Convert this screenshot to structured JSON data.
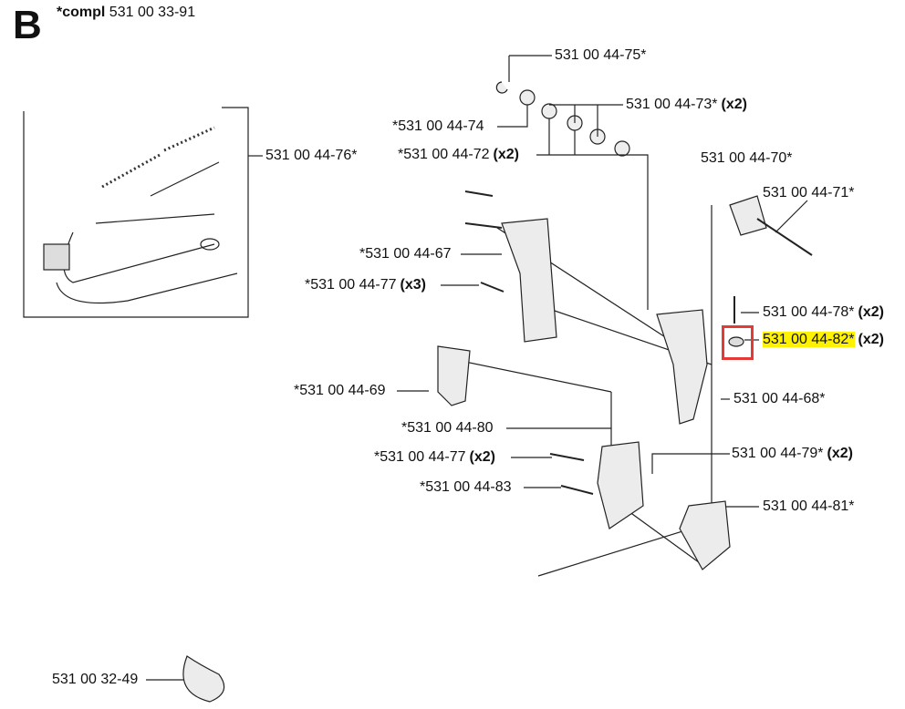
{
  "header": {
    "section_letter": "B",
    "compl_prefix": "*compl",
    "compl_number": "531 00 33-91"
  },
  "labels": [
    {
      "text": "531 00 44-75*"
    },
    {
      "text": "531 00 44-73*",
      "qty": "(x2)"
    },
    {
      "text": "*531 00 44-74"
    },
    {
      "text": "*531 00 44-72",
      "qty": "(x2)"
    },
    {
      "text": "531 00 44-76*"
    },
    {
      "text": "531 00 44-70*"
    },
    {
      "text": "531 00 44-71*"
    },
    {
      "text": "*531 00 44-67"
    },
    {
      "text": "*531 00 44-77",
      "qty": "(x3)"
    },
    {
      "text": "531 00 44-78*",
      "qty": "(x2)"
    },
    {
      "text": "531 00 44-82*",
      "qty": "(x2)",
      "highlighted": true
    },
    {
      "text": "*531 00 44-69"
    },
    {
      "text": "531 00 44-68*"
    },
    {
      "text": "*531 00 44-80"
    },
    {
      "text": "*531 00 44-77",
      "qty": "(x2)"
    },
    {
      "text": "531 00 44-79*",
      "qty": "(x2)"
    },
    {
      "text": "*531 00 44-83"
    },
    {
      "text": "531 00 44-81*"
    },
    {
      "text": "531 00 32-49"
    }
  ],
  "colors": {
    "highlight": "#fff200",
    "selection_box": "#e53935"
  }
}
